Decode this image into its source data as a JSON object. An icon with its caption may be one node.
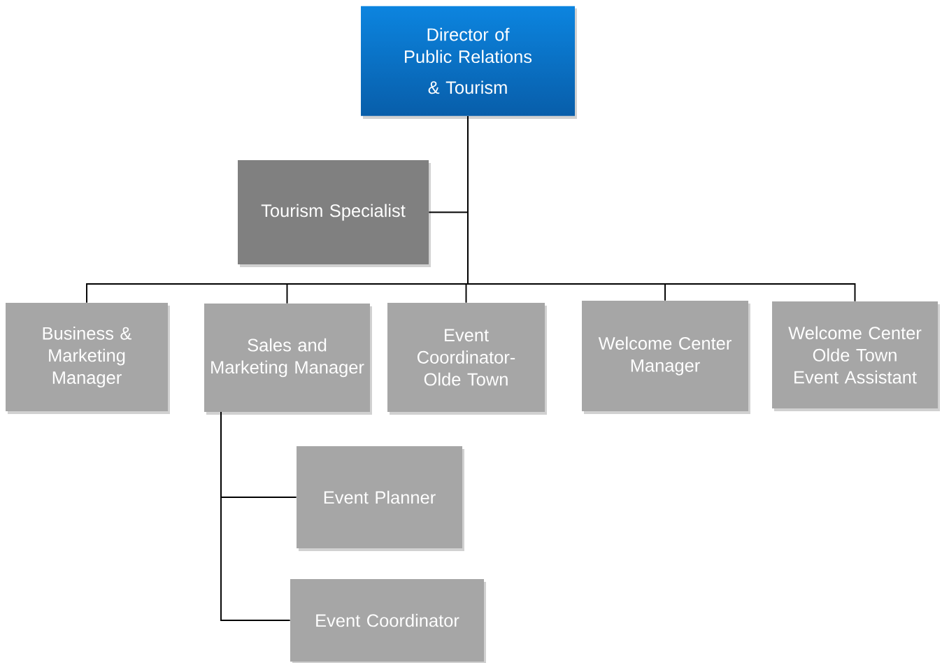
{
  "diagram": {
    "nodes": [
      {
        "text": [
          "Director of Public Relations",
          "& Tourism"
        ]
      },
      {
        "text": [
          "Tourism Specialist"
        ]
      },
      {
        "text": [
          "Business & Marketing Manager"
        ]
      },
      {
        "text": [
          "Sales and Marketing Manager"
        ]
      },
      {
        "text": [
          "Event Coordinator- Olde Town"
        ]
      },
      {
        "text": [
          "Welcome Center Manager"
        ]
      },
      {
        "text": [
          "Welcome Center Olde Town Event Assistant"
        ]
      },
      {
        "text": [
          "Event Planner"
        ]
      },
      {
        "text": [
          "Event Coordinator"
        ]
      }
    ],
    "edges": [
      {
        "from": 0,
        "to": 1,
        "arrow": "none"
      },
      {
        "from": 0,
        "to": 2,
        "arrow": "none"
      },
      {
        "from": 0,
        "to": 3,
        "arrow": "none"
      },
      {
        "from": 0,
        "to": 4,
        "arrow": "none"
      },
      {
        "from": 0,
        "to": 5,
        "arrow": "none"
      },
      {
        "from": 0,
        "to": 6,
        "arrow": "none"
      },
      {
        "from": 3,
        "to": 7,
        "arrow": "none"
      },
      {
        "from": 3,
        "to": 8,
        "arrow": "none"
      }
    ]
  }
}
